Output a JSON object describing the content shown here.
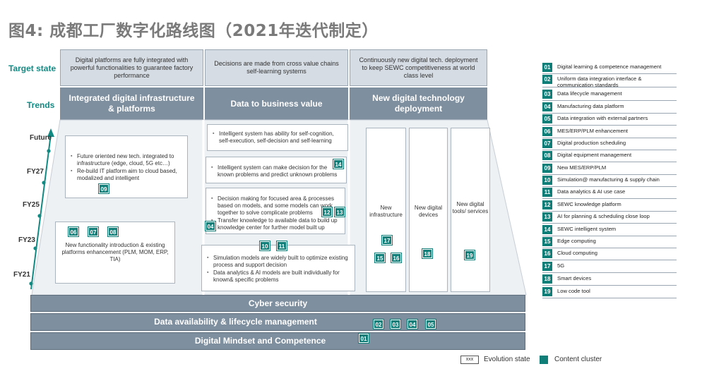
{
  "title": "图4: 成都工厂数字化路线图（2021年迭代制定）",
  "row_labels": {
    "target": "Target state",
    "trends": "Trends"
  },
  "timeline": [
    "Future",
    "FY27",
    "FY25",
    "FY23",
    "FY21"
  ],
  "target_states": [
    "Digital platforms are fully integrated with powerful functionalities to guarantee factory performance",
    "Decisions are made from cross value chains self-learning systems",
    "Continuously new digital tech. deployment to keep SEWC competitiveness at world class level"
  ],
  "trends": [
    "Integrated digital infrastructure & platforms",
    "Data to business value",
    "New digital technology deployment"
  ],
  "col1": {
    "upper": [
      "Future oriented new tech. integrated to infrastructure (edge, cloud, 5G etc…)",
      "Re-build IT platform aim to cloud based, modalized and intelligent"
    ],
    "upper_tags": [
      "09"
    ],
    "lower": "New functionality introduction & existing platforms enhancement (PLM, MOM, ERP, TIA)",
    "lower_tags": [
      "06",
      "07",
      "08"
    ]
  },
  "col2": {
    "c1": "Intelligent system has ability for self-cognition, self-execution, self-decision and self-learning",
    "c2": "Intelligent system can make decision for the known problems and predict unknown problems",
    "c2_tags": [
      "14"
    ],
    "c3": [
      "Decision making for focused area & processes based on models, and some models can work together to solve complicate problems",
      "Transfer knowledge to available data to build up knowledge center for further model built up"
    ],
    "c3_tags": [
      "12",
      "13",
      "04"
    ],
    "c4": [
      "Simulation models are widely built to optimize existing process and support decision",
      "Data analytics & AI models are built individually for known& specific problems"
    ],
    "c4_tags": [
      "10",
      "11"
    ]
  },
  "col3": {
    "cards": [
      "New infrastructure",
      "New digital devices",
      "New digital tools/ services"
    ],
    "tags": [
      "17",
      "15",
      "16",
      "18",
      "19"
    ]
  },
  "bars": {
    "cyber": "Cyber security",
    "data": "Data availability & lifecycle management",
    "data_tags": [
      "02",
      "03",
      "04",
      "05"
    ],
    "mindset": "Digital Mindset and Competence",
    "mindset_tags": [
      "01"
    ]
  },
  "legend": [
    {
      "num": "01",
      "text": "Digital learning & competence management"
    },
    {
      "num": "02",
      "text": "Uniform data integration interface & communication standards"
    },
    {
      "num": "03",
      "text": "Data lifecycle management"
    },
    {
      "num": "04",
      "text": "Manufacturing data platform"
    },
    {
      "num": "05",
      "text": "Data integration with external partners"
    },
    {
      "num": "06",
      "text": "MES/ERP/PLM enhancement"
    },
    {
      "num": "07",
      "text": "Digital production scheduling"
    },
    {
      "num": "08",
      "text": "Digital equipment management"
    },
    {
      "num": "09",
      "text": "New MES/ERP/PLM"
    },
    {
      "num": "10",
      "text": "Simulation@ manufacturing & supply chain"
    },
    {
      "num": "11",
      "text": "Data analytics & AI use case"
    },
    {
      "num": "12",
      "text": "SEWC knowledge platform"
    },
    {
      "num": "13",
      "text": "AI for planning & scheduling close loop"
    },
    {
      "num": "14",
      "text": "SEWC intelligent system"
    },
    {
      "num": "15",
      "text": "Edge computing"
    },
    {
      "num": "16",
      "text": "Cloud computing"
    },
    {
      "num": "17",
      "text": "5G"
    },
    {
      "num": "18",
      "text": "Smart devices"
    },
    {
      "num": "19",
      "text": "Low code tool"
    }
  ],
  "footer": {
    "evolution_box": "xxx",
    "evolution_label": "Evolution state",
    "cluster_label": "Content cluster"
  },
  "colors": {
    "teal": "#0f7d78",
    "slate": "#7e8fa0",
    "light": "#d5dce3"
  }
}
